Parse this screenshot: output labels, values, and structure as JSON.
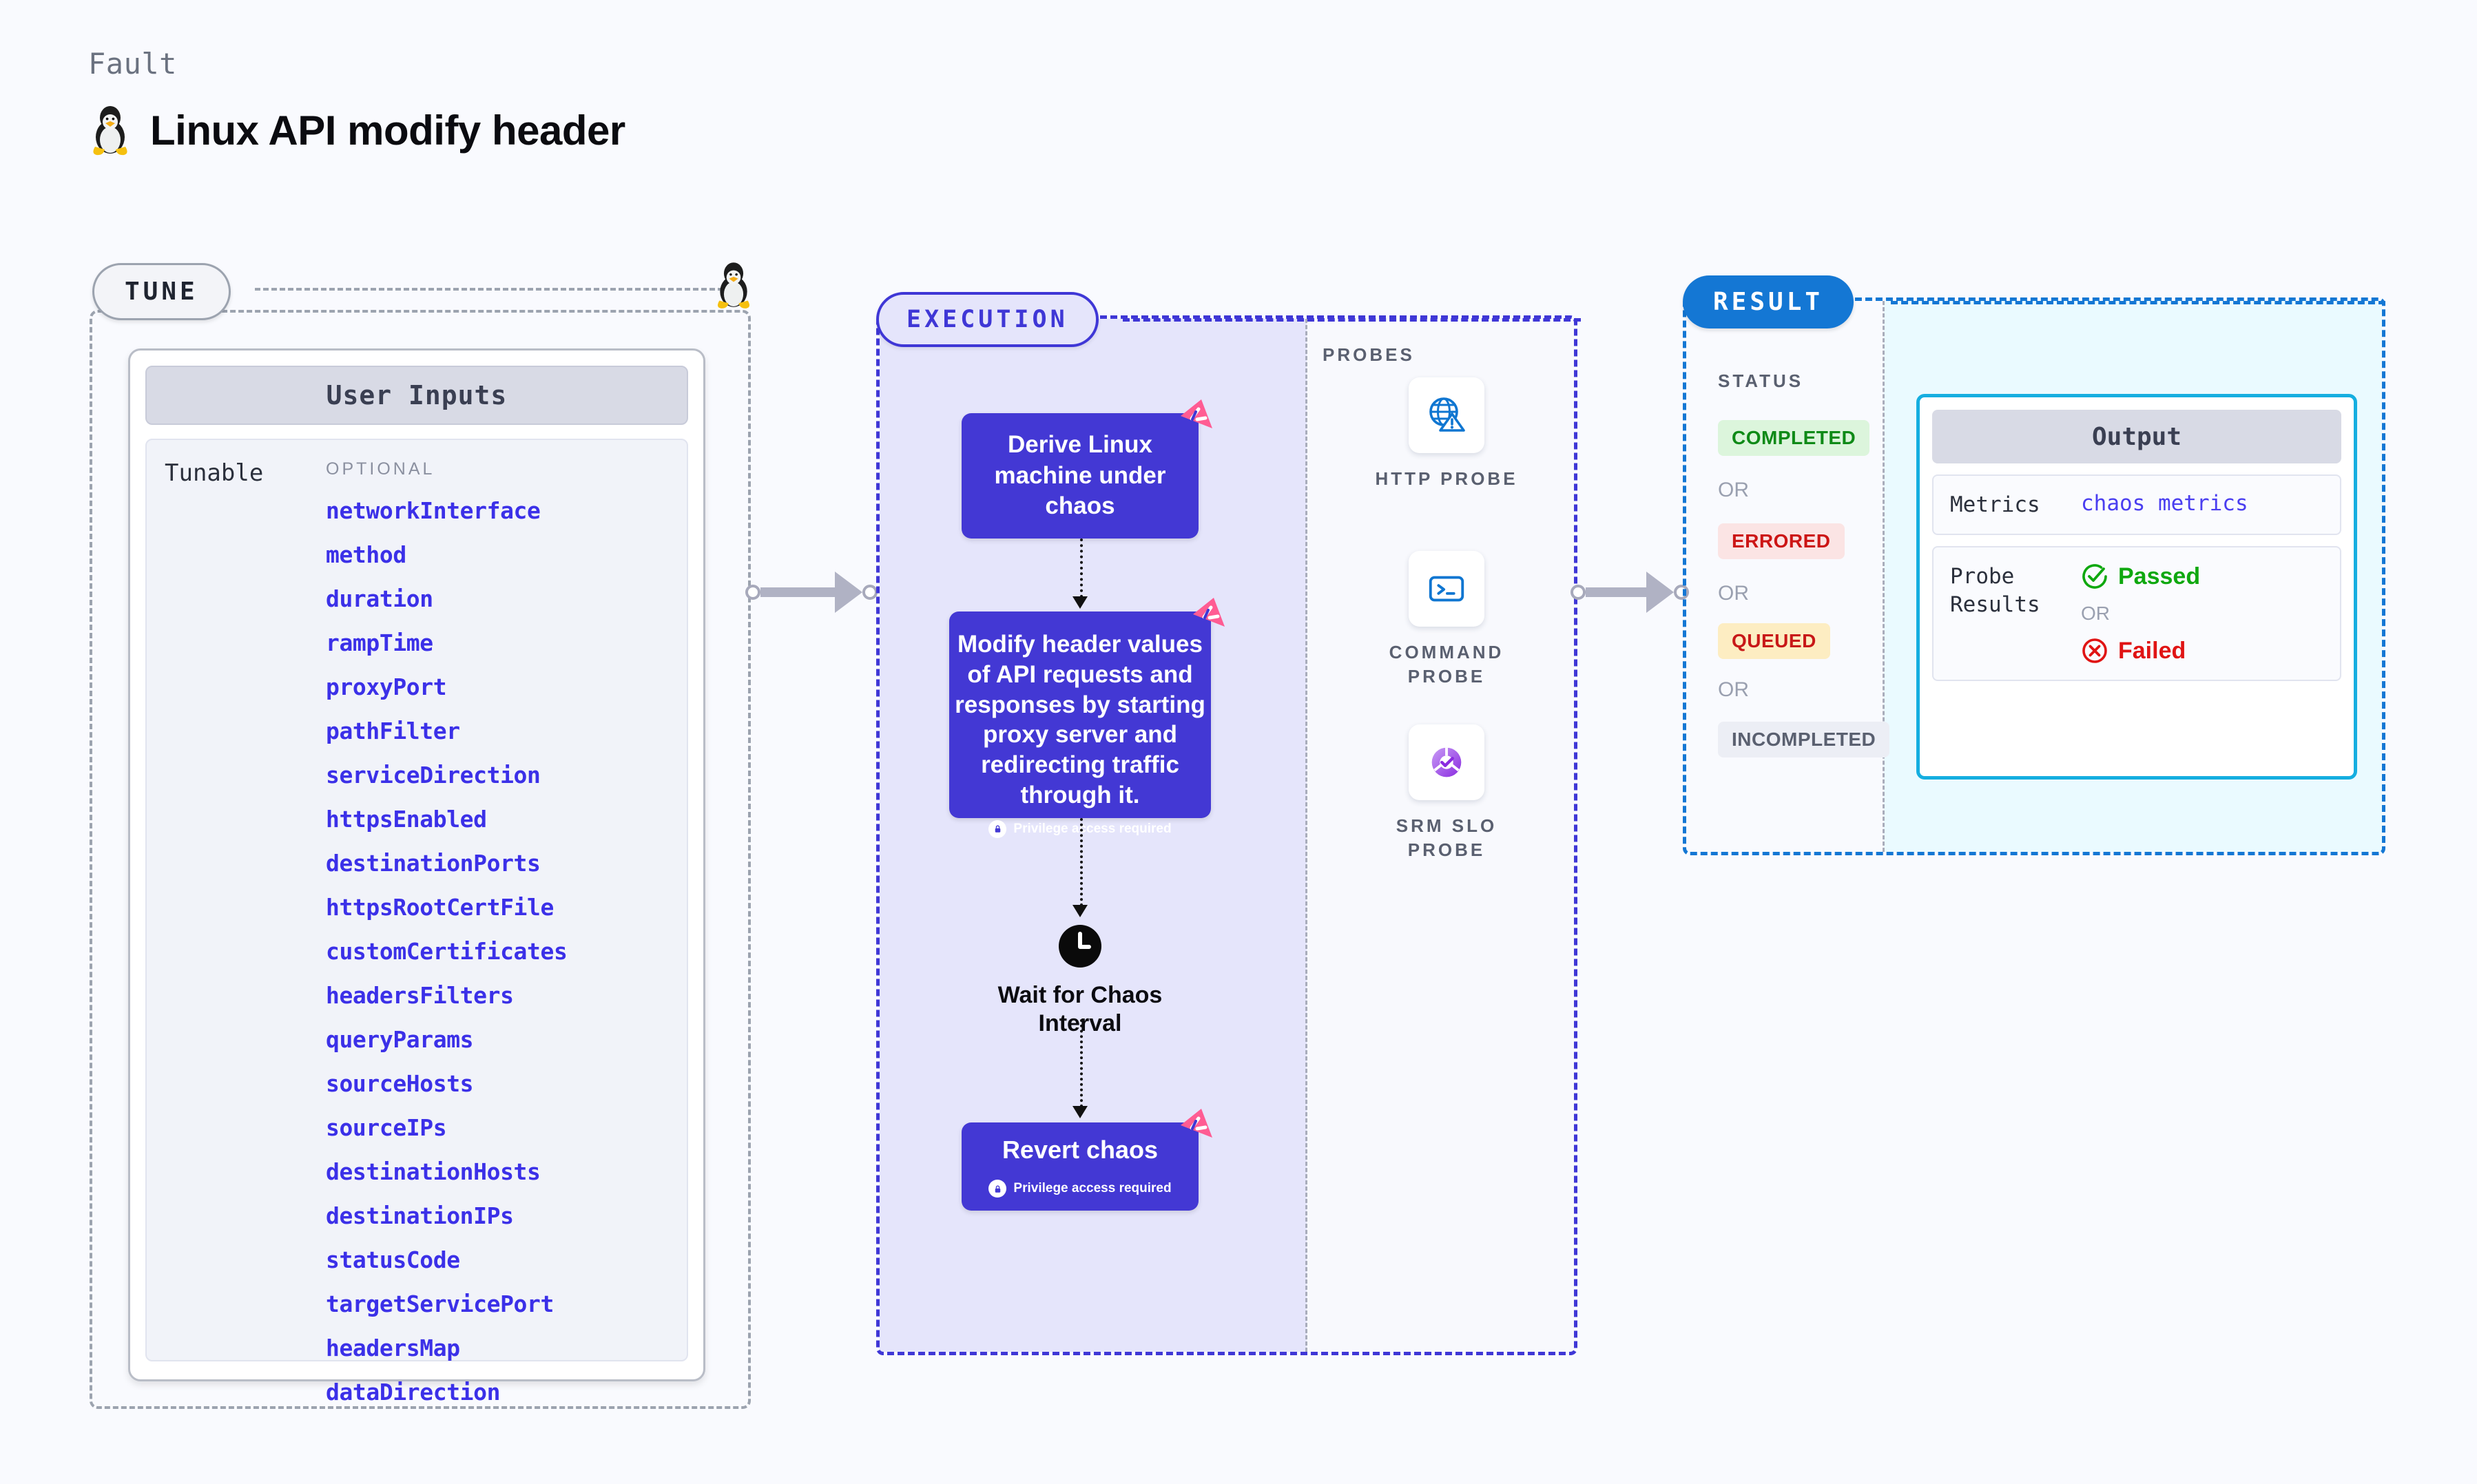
{
  "header": {
    "eyebrow": "Fault",
    "title": "Linux API modify header",
    "os_icon": "linux-penguin-icon"
  },
  "tune": {
    "pill_label": "TUNE",
    "penguin_icon": "linux-penguin-icon",
    "card_title": "User Inputs",
    "group_label": "Tunable",
    "optional_label": "OPTIONAL",
    "tunables": [
      "networkInterface",
      "method",
      "duration",
      "rampTime",
      "proxyPort",
      "pathFilter",
      "serviceDirection",
      "httpsEnabled",
      "destinationPorts",
      "httpsRootCertFile",
      "customCertificates",
      "headersFilters",
      "queryParams",
      "sourceHosts",
      "sourceIPs",
      "destinationHosts",
      "destinationIPs",
      "statusCode",
      "targetServicePort",
      "headersMap",
      "dataDirection"
    ]
  },
  "execution": {
    "pill_label": "EXECUTION",
    "nodes": {
      "derive": "Derive Linux machine under chaos",
      "modify": "Modify header values of API requests and responses by starting proxy server and redirecting traffic through it.",
      "wait": "Wait for Chaos Interval",
      "revert": "Revert chaos"
    },
    "privilege_badge": "Privilege access required",
    "flag_icon": "fault-marker-flag-icon",
    "clock_icon": "clock-icon",
    "lock_icon": "lock-icon"
  },
  "probes": {
    "title": "PROBES",
    "items": [
      {
        "label": "HTTP PROBE",
        "icon": "globe-warning-icon"
      },
      {
        "label": "COMMAND PROBE",
        "icon": "terminal-icon"
      },
      {
        "label": "SRM SLO PROBE",
        "icon": "slo-donut-check-icon"
      }
    ]
  },
  "result": {
    "pill_label": "RESULT",
    "status_title": "STATUS",
    "or_label": "OR",
    "statuses": [
      {
        "label": "COMPLETED",
        "bg": "#dcf5dc",
        "fg": "#0f8a17"
      },
      {
        "label": "ERRORED",
        "bg": "#fbe4e4",
        "fg": "#cc1515"
      },
      {
        "label": "QUEUED",
        "bg": "#fdedc2",
        "fg": "#c81818"
      },
      {
        "label": "INCOMPLETED",
        "bg": "#eceef5",
        "fg": "#5a6070"
      }
    ],
    "output": {
      "title": "Output",
      "metrics_key": "Metrics",
      "metrics_value": "chaos metrics",
      "probe_results_key": "Probe Results",
      "passed_label": "Passed",
      "failed_label": "Failed",
      "or_label": "OR",
      "passed_icon": "check-circle-icon",
      "failed_icon": "x-circle-icon"
    }
  },
  "colors": {
    "accent_purple": "#4338d4",
    "accent_blue": "#1477d4",
    "accent_cyan": "#15aee0",
    "tunable_text": "#3b30e8",
    "flag_pink": "#ff5c93"
  }
}
